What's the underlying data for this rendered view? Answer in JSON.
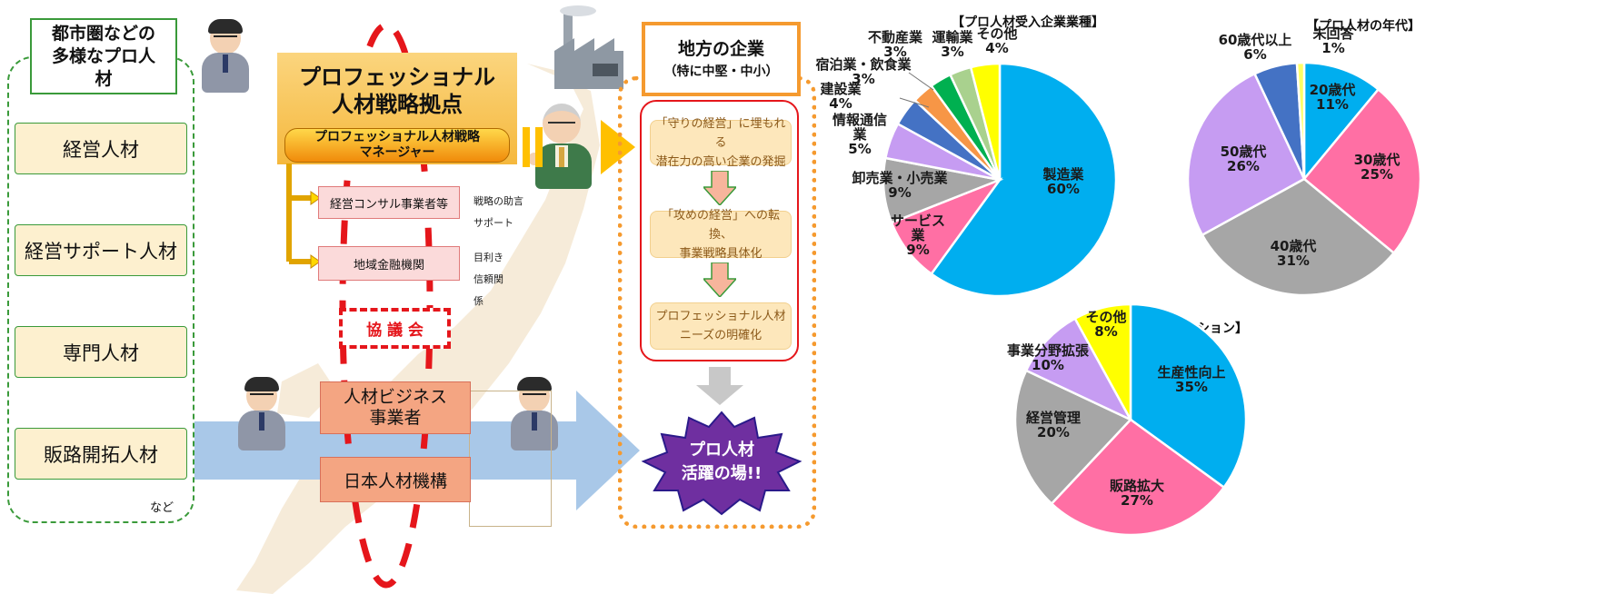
{
  "left_panel": {
    "title": "都市圏などの多様なプロ人材",
    "title_lines": [
      "都市圏などの",
      "多様なプロ人",
      "材"
    ],
    "items": [
      "経営人材",
      "経営サポート人材",
      "専門人材",
      "販路開拓人材"
    ],
    "footnote": "など"
  },
  "hub": {
    "title_lines": [
      "プロフェッショナル",
      "人材戦略拠点"
    ],
    "manager_lines": [
      "プロフェッショナル人材戦略",
      "マネージャー"
    ],
    "partners": [
      {
        "label": "経営コンサル事業者等",
        "note_lines": [
          "戦略の助言",
          "サポート"
        ]
      },
      {
        "label": "地域金融機関",
        "note_lines": [
          "目利き",
          "信頼関",
          "係"
        ]
      }
    ],
    "council": "協 議 会",
    "hr_business_lines": [
      "人材ビジネス",
      "事業者"
    ],
    "jhr": "日本人材機構"
  },
  "local_companies": {
    "title": "地方の企業",
    "subtitle": "（特に中堅・中小）",
    "steps": [
      [
        "「守りの経営」に埋もれる",
        "潜在力の高い企業の発掘"
      ],
      [
        "「攻めの経営」への転換、",
        "事業戦略具体化"
      ],
      [
        "プロフェッショナル人材",
        "ニーズの明確化"
      ]
    ],
    "goal_lines": [
      "プロ人材",
      "活躍の場!!"
    ]
  },
  "icons": [
    "factory-icon",
    "person-icon",
    "senior-man-icon",
    "down-arrow-icon",
    "right-arrow-icon"
  ],
  "colors": {
    "green_border": "#3a9a3a",
    "hub_gold": "#f7c14a",
    "partner_pink": "#fbdada",
    "council_red": "#e5161b",
    "hr_salmon": "#f4a582",
    "orange_border": "#f59a2f",
    "goal_purple": "#6f2fa0",
    "arrow_blue": "#a9c8e8"
  },
  "chart_data": [
    {
      "type": "pie",
      "title": "【プロ人材受入企業業種】",
      "slices": [
        {
          "label": "製造業",
          "value": 60,
          "value_label": "60%",
          "color": "#00aeef"
        },
        {
          "label": "サービス業",
          "value": 9,
          "value_label": "9%",
          "color": "#ff6fa4"
        },
        {
          "label": "卸売業・小売業",
          "value": 9,
          "value_label": "9%",
          "color": "#a6a6a6"
        },
        {
          "label": "情報通信業",
          "value": 5,
          "value_label": "5%",
          "color": "#c69cf2"
        },
        {
          "label": "建設業",
          "value": 4,
          "value_label": "4%",
          "color": "#4472c4"
        },
        {
          "label": "宿泊業・飲食業",
          "value": 3,
          "value_label": "3%",
          "color": "#f79646"
        },
        {
          "label": "不動産業",
          "value": 3,
          "value_label": "3%",
          "color": "#00b050"
        },
        {
          "label": "運輸業",
          "value": 3,
          "value_label": "3%",
          "color": "#a9d18e"
        },
        {
          "label": "その他",
          "value": 4,
          "value_label": "4%",
          "color": "#ffff00"
        }
      ]
    },
    {
      "type": "pie",
      "title": "【プロ人材の年代】",
      "slices": [
        {
          "label": "20歳代",
          "value": 11,
          "value_label": "11%",
          "color": "#00aeef"
        },
        {
          "label": "30歳代",
          "value": 25,
          "value_label": "25%",
          "color": "#ff6fa4"
        },
        {
          "label": "40歳代",
          "value": 31,
          "value_label": "31%",
          "color": "#a6a6a6"
        },
        {
          "label": "50歳代",
          "value": 26,
          "value_label": "26%",
          "color": "#c69cf2"
        },
        {
          "label": "60歳代以上",
          "value": 6,
          "value_label": "6%",
          "color": "#4472c4"
        },
        {
          "label": "未回答",
          "value": 1,
          "value_label": "1%",
          "color": "#ffff66"
        }
      ]
    },
    {
      "type": "pie",
      "title": "【プロ人材のミッション】",
      "slices": [
        {
          "label": "生産性向上",
          "value": 35,
          "value_label": "35%",
          "color": "#00aeef"
        },
        {
          "label": "販路拡大",
          "value": 27,
          "value_label": "27%",
          "color": "#ff6fa4"
        },
        {
          "label": "経営管理",
          "value": 20,
          "value_label": "20%",
          "color": "#a6a6a6"
        },
        {
          "label": "事業分野拡張",
          "value": 10,
          "value_label": "10%",
          "color": "#c69cf2"
        },
        {
          "label": "その他",
          "value": 8,
          "value_label": "8%",
          "color": "#ffff00"
        }
      ]
    }
  ]
}
